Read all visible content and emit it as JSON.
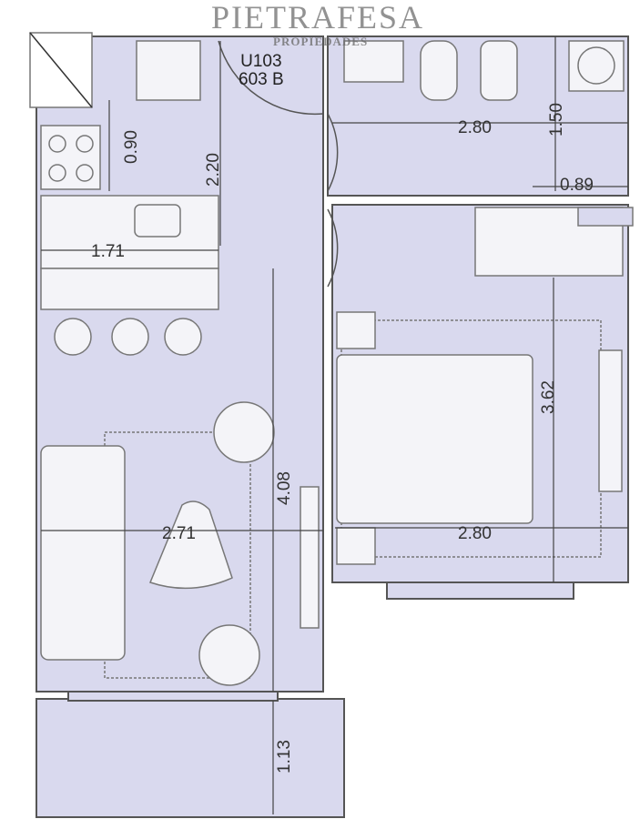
{
  "unit": {
    "line1": "U103",
    "line2": "603 B"
  },
  "watermark": {
    "brand": "PIETRAFESA",
    "sub": "PROPIEDADES"
  },
  "dimensions": {
    "kitchen_depth": "0.90",
    "kitchen_height": "2.20",
    "counter_width": "1.71",
    "bath_width": "2.80",
    "bath_depth": "1.50",
    "shower_width": "0.89",
    "bedroom_depth": "3.62",
    "bedroom_width": "2.80",
    "living_depth": "4.08",
    "living_width": "2.71",
    "balcony_depth": "1.13"
  },
  "colors": {
    "floor": "#d9d9ee",
    "wall": "#555555",
    "furniture": "#f4f4f8"
  }
}
